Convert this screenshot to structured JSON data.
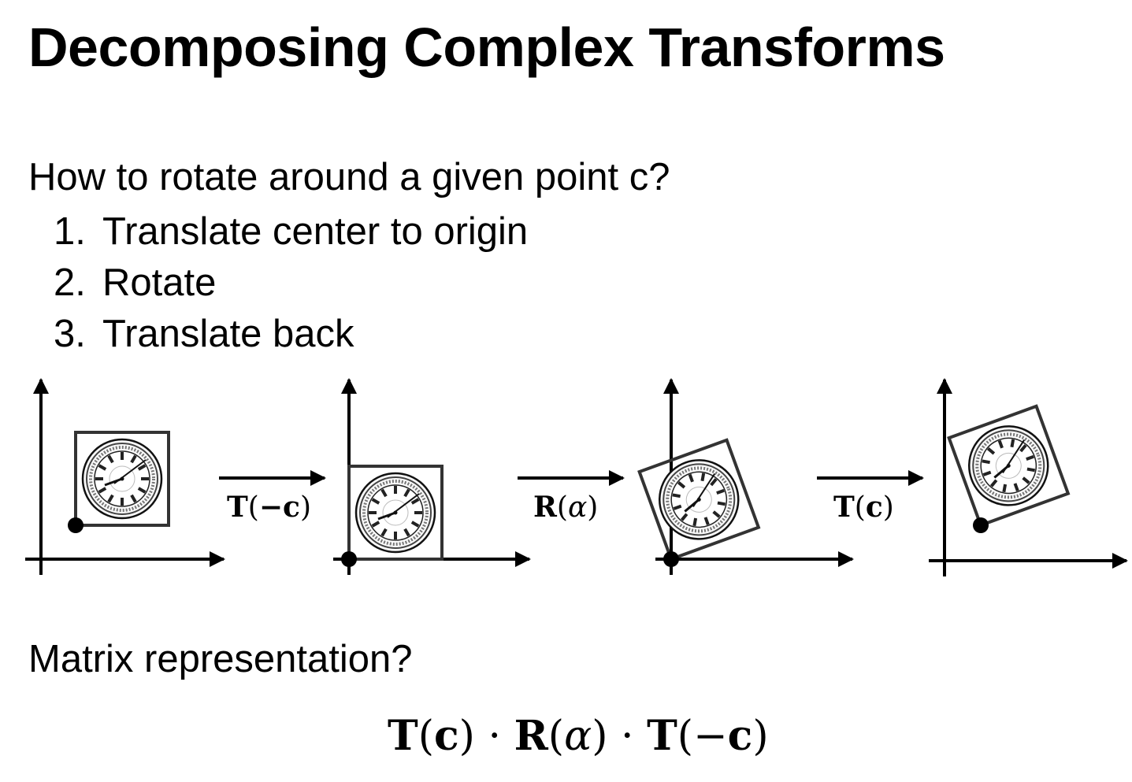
{
  "slide": {
    "title": "Decomposing Complex Transforms",
    "question": "How to rotate around a given point c?",
    "steps": [
      {
        "number": "1.",
        "text": "Translate center to origin"
      },
      {
        "number": "2.",
        "text": "Rotate"
      },
      {
        "number": "3.",
        "text": "Translate back"
      }
    ],
    "matrix_question": "Matrix representation?",
    "formula": {
      "t": "T",
      "c": "c",
      "r": "R",
      "alpha": "α",
      "lparen": "(",
      "rparen": ")",
      "dot": "·",
      "minus": "−"
    }
  },
  "diagram": {
    "step_labels": [
      {
        "op": "T",
        "arg": "−c",
        "plain": "T(−c)"
      },
      {
        "op": "R",
        "arg": "α",
        "plain": "R(α)"
      },
      {
        "op": "T",
        "arg": "c",
        "plain": "T(c)"
      }
    ],
    "icons": [
      "clock-icon",
      "arrow-right-icon",
      "center-point-marker"
    ]
  }
}
